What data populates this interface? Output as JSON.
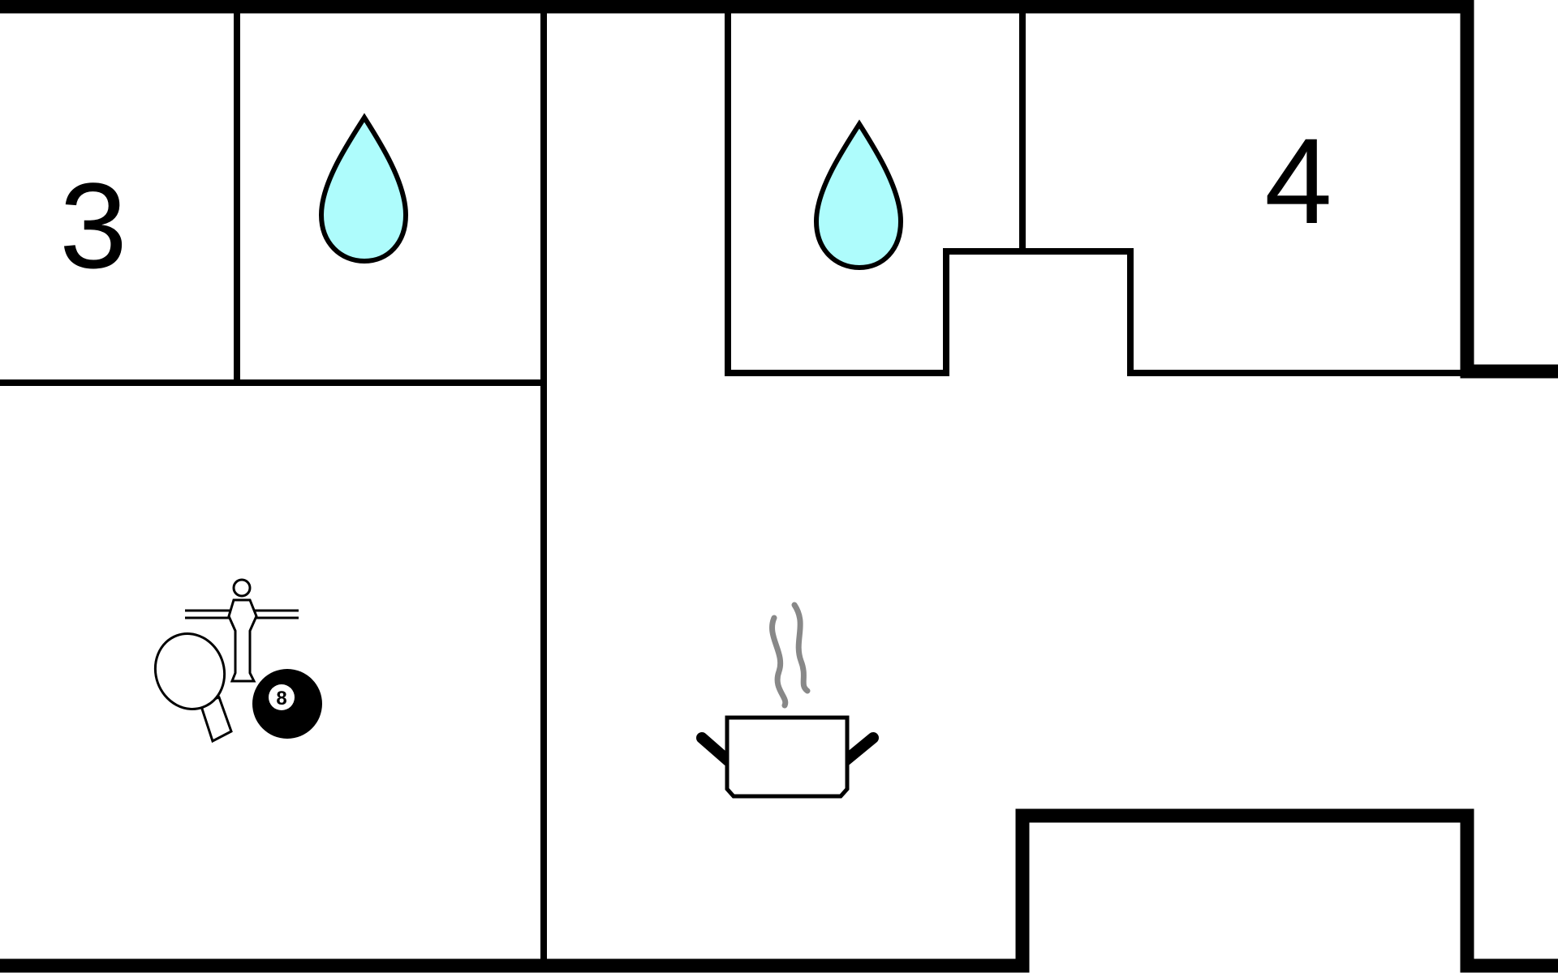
{
  "floorplan": {
    "rooms": [
      {
        "label": "3",
        "type": "bedroom"
      },
      {
        "label": "4",
        "type": "bedroom"
      }
    ],
    "icons": {
      "bathroom": "water-drop-icon",
      "activity": [
        "table-football-icon",
        "table-tennis-icon",
        "billiard-ball-icon"
      ],
      "kitchen": "cooking-pot-icon"
    },
    "billiard_ball_number": "8",
    "colors": {
      "wall": "#000000",
      "water": "#aefcfc",
      "steam": "#888888",
      "background": "#ffffff"
    }
  }
}
